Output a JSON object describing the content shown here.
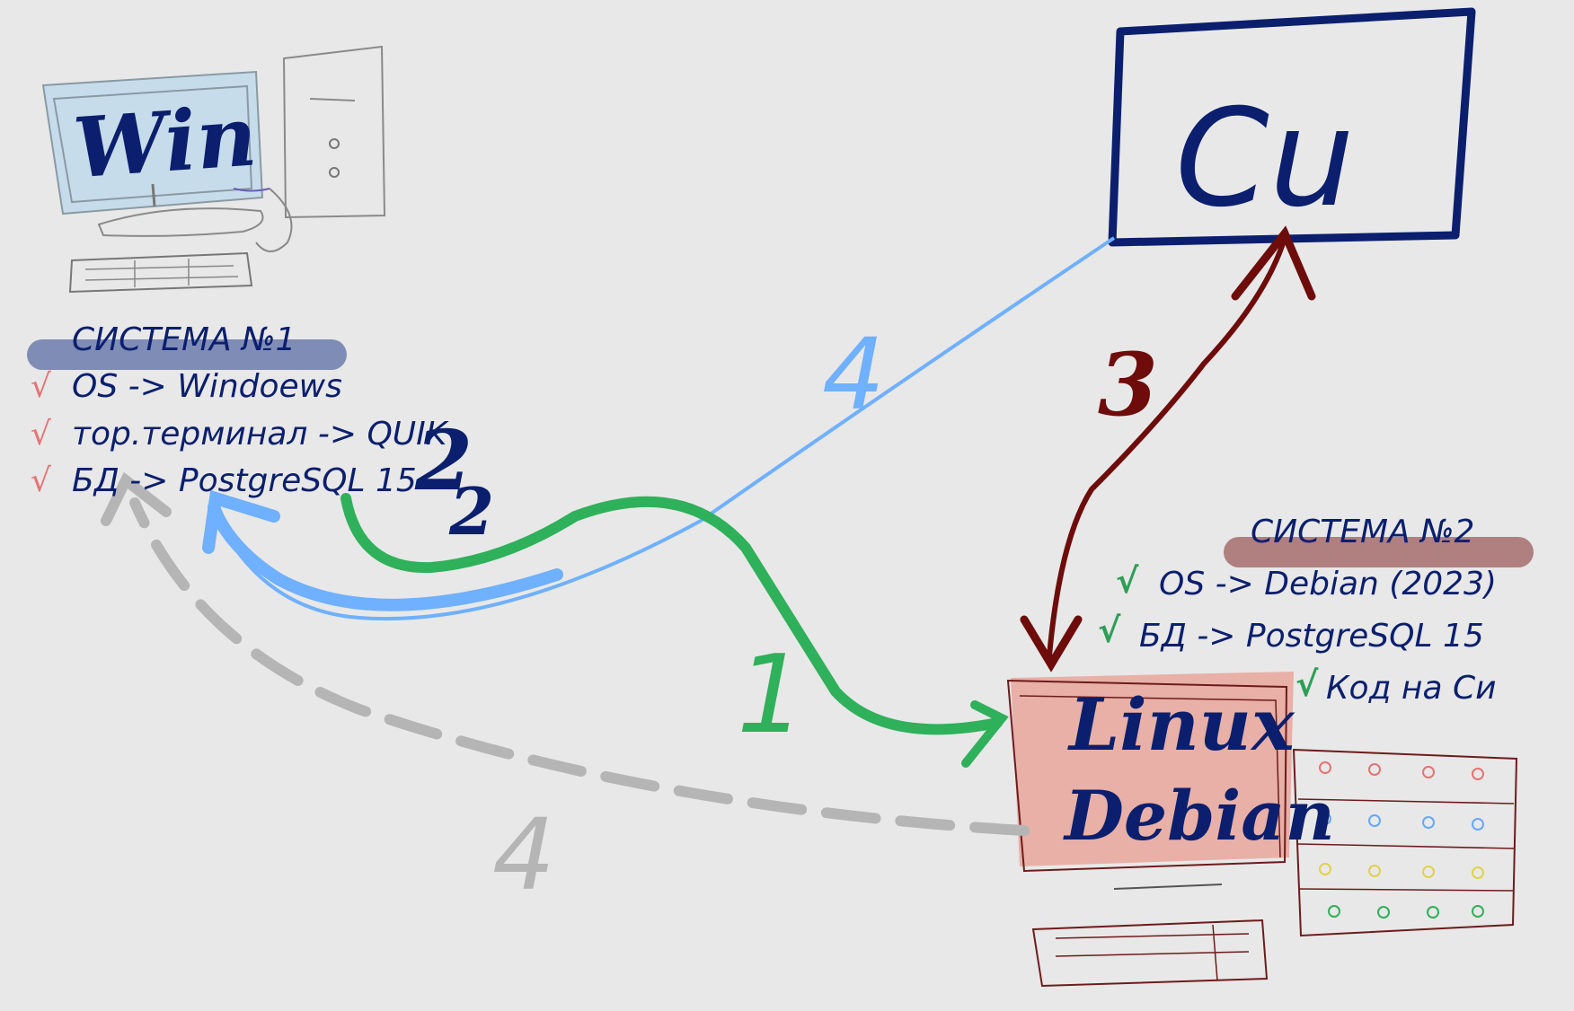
{
  "system1": {
    "title": "СИСТЕМА №1",
    "items": [
      {
        "check": "√",
        "text": "OS -> Windoews"
      },
      {
        "check": "√",
        "text": "тор.терминал -> QUIK"
      },
      {
        "check": "√",
        "text": "БД -> PostgreSQL 15"
      }
    ]
  },
  "system2": {
    "title": "СИСТЕМА №2",
    "items": [
      {
        "check": "√",
        "text": "OS -> Debian (2023)"
      },
      {
        "check": "√",
        "text": "БД -> PostgreSQL 15"
      },
      {
        "check": "√",
        "text": "Код на Си"
      }
    ]
  },
  "nodes": {
    "win_label": "Win",
    "c_label": "Cu",
    "linux_label_1": "Linux",
    "linux_label_2": "Debian"
  },
  "arrows": {
    "arrow1": "1",
    "arrow2a": "2",
    "arrow2b": "2",
    "arrow3": "3",
    "arrow4_blue": "4",
    "arrow4_gray": "4"
  },
  "colors": {
    "ink": "#0b1f6e",
    "green": "#2fb05a",
    "blue": "#6fb0ff",
    "maroon": "#6e0b0b",
    "gray": "#b5b5b5",
    "pink": "#e8aaa0"
  }
}
